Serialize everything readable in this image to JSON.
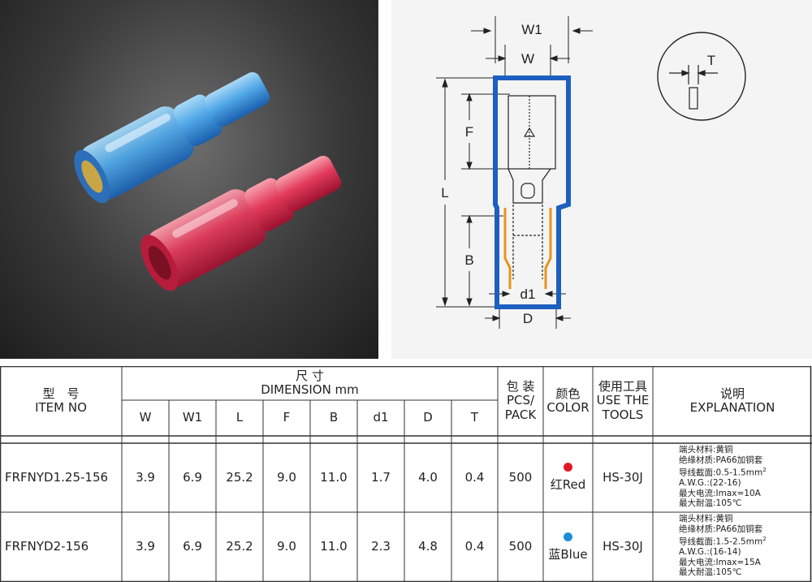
{
  "drawing": {
    "labels": [
      "W1",
      "W",
      "T",
      "F",
      "L",
      "B",
      "d1",
      "D"
    ]
  },
  "table": {
    "item_header_cn": "型　号",
    "item_header_en": "ITEM NO",
    "dimension_header_cn": "尺 寸",
    "dimension_header_en": "DIMENSION mm",
    "dimension_columns": [
      "W",
      "W1",
      "L",
      "F",
      "B",
      "d1",
      "D",
      "T"
    ],
    "pack_header_cn": "包 装",
    "pack_header_en": "PCS/\nPACK",
    "color_header_cn": "颜色",
    "color_header_en": "COLOR",
    "tools_header_cn": "使用工具",
    "tools_header_en": "USE THE\nTOOLS",
    "explanation_header_cn": "说明",
    "explanation_header_en": "EXPLANATION",
    "rows": [
      {
        "item": "FRFNYD1.25-156",
        "dims": [
          "3.9",
          "6.9",
          "25.2",
          "9.0",
          "11.0",
          "1.7",
          "4.0",
          "0.4"
        ],
        "pack": "500",
        "color_label": "红Red",
        "color_hex": "#e11a22",
        "tool": "HS-30J",
        "explanation": [
          "端头材料:黄铜",
          "绝缘材质:PA66加铜套",
          "导线截面:0.5-1.5mm",
          "A.W.G.:(22-16)",
          "最大电流:Imax=10A",
          "最大耐温:105℃"
        ],
        "explanation_sup": "2"
      },
      {
        "item": "FRFNYD2-156",
        "dims": [
          "3.9",
          "6.9",
          "25.2",
          "9.0",
          "11.0",
          "2.3",
          "4.8",
          "0.4"
        ],
        "pack": "500",
        "color_label": "蓝Blue",
        "color_hex": "#1e8fd6",
        "tool": "HS-30J",
        "explanation": [
          "端头材料:黄铜",
          "绝缘材质:PA66加铜套",
          "导线截面:1.5-2.5mm",
          "A.W.G.:(16-14)",
          "最大电流:Imax=15A",
          "最大耐温:105℃"
        ],
        "explanation_sup": "2"
      }
    ]
  }
}
